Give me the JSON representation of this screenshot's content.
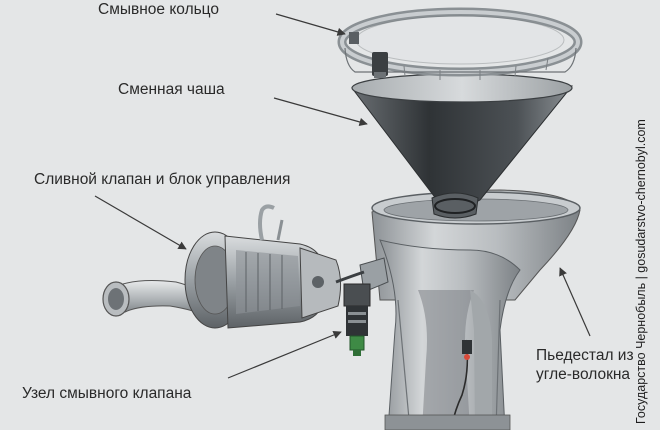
{
  "labels": {
    "flush_ring": "Смывное кольцо",
    "bowl": "Сменная чаша",
    "drain_valve": "Сливной клапан и блок управления",
    "flush_valve": "Узел смывного клапана",
    "pedestal": "Пьедестал из угле-волокна"
  },
  "credit": "Государство Чернобыль | gosudarstvo-chernobyl.com",
  "colors": {
    "background": "#e4e6e7",
    "metal_dark": "#3b3f42",
    "metal_mid": "#8a9094",
    "metal_light": "#c9cdd0",
    "connector_green": "#3e8a45"
  }
}
